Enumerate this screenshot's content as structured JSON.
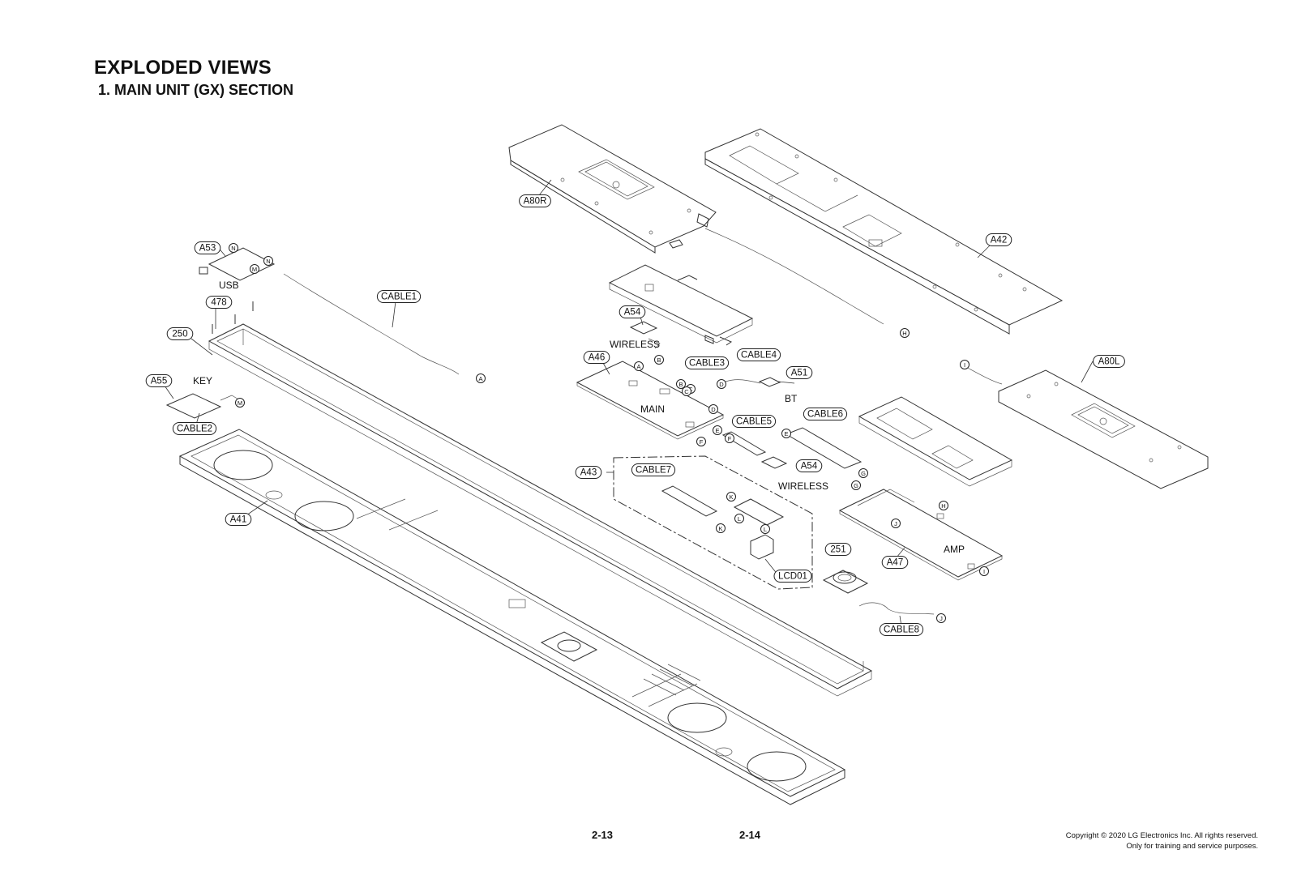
{
  "header": {
    "title": "EXPLODED VIEWS",
    "subtitle": "1. MAIN UNIT (GX) SECTION"
  },
  "footer": {
    "page_left": "2-13",
    "page_right": "2-14",
    "copyright_line1": "Copyright © 2020 LG Electronics Inc. All rights reserved.",
    "copyright_line2": "Only for training and service purposes."
  },
  "callouts": [
    "A80R",
    "A42",
    "A53",
    "CABLE1",
    "478",
    "250",
    "A55",
    "CABLE2",
    "A41",
    "A54",
    "CABLE3",
    "A46",
    "CABLE4",
    "A51",
    "CABLE5",
    "CABLE6",
    "A54",
    "A80L",
    "A43",
    "CABLE7",
    "LCD01",
    "251",
    "A47",
    "CABLE8"
  ],
  "connectors": [
    "N",
    "N",
    "M",
    "M",
    "A",
    "A",
    "B",
    "B",
    "C",
    "C",
    "D",
    "D",
    "E",
    "E",
    "F",
    "F",
    "G",
    "G",
    "H",
    "H",
    "I",
    "I",
    "J",
    "J",
    "K",
    "K",
    "L",
    "L"
  ],
  "function_labels": [
    "USB",
    "KEY",
    "WIRELESS",
    "MAIN",
    "BT",
    "WIRELESS",
    "AMP"
  ]
}
